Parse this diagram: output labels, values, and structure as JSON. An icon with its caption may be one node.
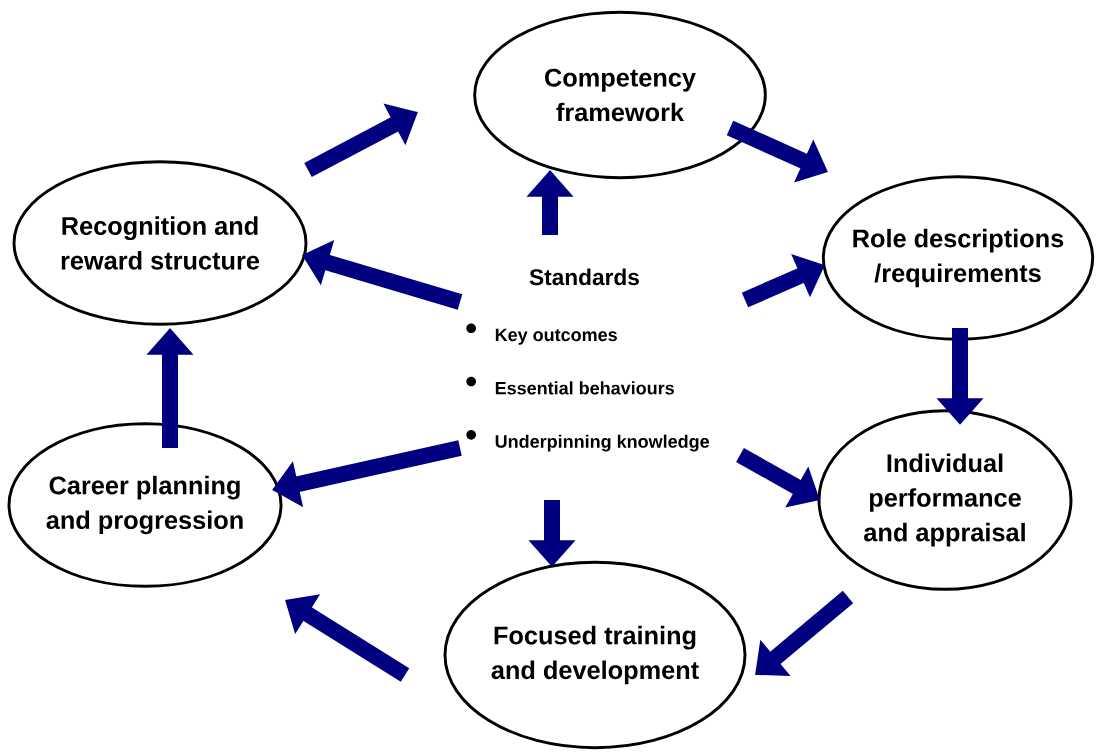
{
  "diagram": {
    "nodes": [
      {
        "text": [
          "Competency framework"
        ]
      },
      {
        "text": [
          "Recognition and reward structure"
        ]
      },
      {
        "text": [
          "Role descriptions /requirements"
        ]
      },
      {
        "text": [
          "Standards",
          "Key outcomes",
          "Essential behaviours",
          "Underpinning knowledge"
        ]
      },
      {
        "text": [
          "Career planning and progression"
        ]
      },
      {
        "text": [
          "Individual performance and appraisal"
        ]
      },
      {
        "text": [
          "Focused training and development"
        ]
      }
    ],
    "edges": [
      {
        "from": 0,
        "to": 2,
        "arrow": "to"
      },
      {
        "from": 2,
        "to": 5,
        "arrow": "to"
      },
      {
        "from": 5,
        "to": 6,
        "arrow": "to"
      },
      {
        "from": 6,
        "to": 4,
        "arrow": "to"
      },
      {
        "from": 4,
        "to": 1,
        "arrow": "to"
      },
      {
        "from": 1,
        "to": 0,
        "arrow": "to"
      },
      {
        "from": 3,
        "to": 0,
        "arrow": "to"
      },
      {
        "from": 3,
        "to": 2,
        "arrow": "to"
      },
      {
        "from": 3,
        "to": 5,
        "arrow": "to"
      },
      {
        "from": 3,
        "to": 6,
        "arrow": "to"
      },
      {
        "from": 3,
        "to": 4,
        "arrow": "to"
      },
      {
        "from": 3,
        "to": 1,
        "arrow": "to"
      }
    ]
  }
}
